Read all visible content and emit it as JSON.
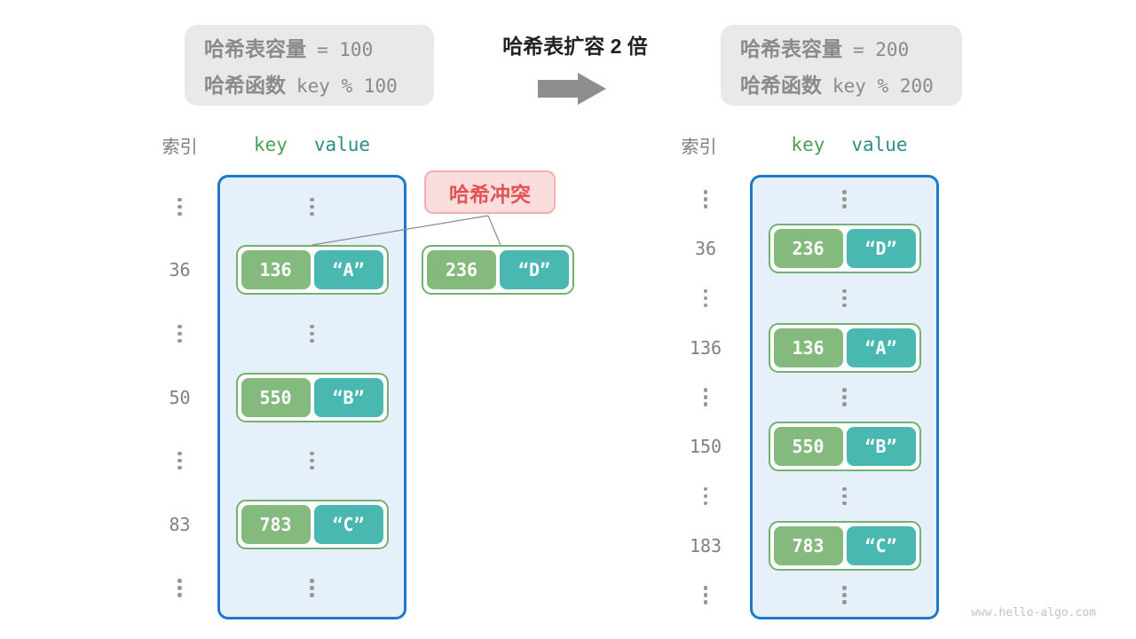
{
  "top": {
    "before_box": {
      "line1_label": "哈希表容量",
      "line1_code": "= 100",
      "line2_label": "哈希函数",
      "line2_code": "key % 100"
    },
    "title": "哈希表扩容 2 倍",
    "after_box": {
      "line1_label": "哈希表容量",
      "line1_code": "= 200",
      "line2_label": "哈希函数",
      "line2_code": "key % 200"
    }
  },
  "collision_label": "哈希冲突",
  "left_table": {
    "col_index": "索引",
    "col_key": "key",
    "col_value": "value",
    "entries": [
      {
        "index": "36",
        "key": "136",
        "value": "“A”"
      },
      {
        "index": "50",
        "key": "550",
        "value": "“B”"
      },
      {
        "index": "83",
        "key": "783",
        "value": "“C”"
      }
    ]
  },
  "floating_entry": {
    "key": "236",
    "value": "“D”"
  },
  "right_table": {
    "col_index": "索引",
    "col_key": "key",
    "col_value": "value",
    "entries": [
      {
        "index": "36",
        "key": "236",
        "value": "“D”"
      },
      {
        "index": "136",
        "key": "136",
        "value": "“A”"
      },
      {
        "index": "150",
        "key": "550",
        "value": "“B”"
      },
      {
        "index": "183",
        "key": "783",
        "value": "“C”"
      }
    ]
  },
  "watermark": "www.hello-algo.com",
  "colors": {
    "container_fill": "#E6F0FA",
    "container_border": "#1E7AC8",
    "key_box": "#84BA7E",
    "value_box": "#48B8B0",
    "pair_border": "#6FB271",
    "collision_fill": "#FBDDDD",
    "collision_border": "#F3AFAF",
    "collision_text": "#E05454",
    "info_box_fill": "#E9E9E9",
    "gray_text": "#8A8A8A",
    "header_key_green": "#4E9E53",
    "header_value_teal": "#2F8C85"
  }
}
